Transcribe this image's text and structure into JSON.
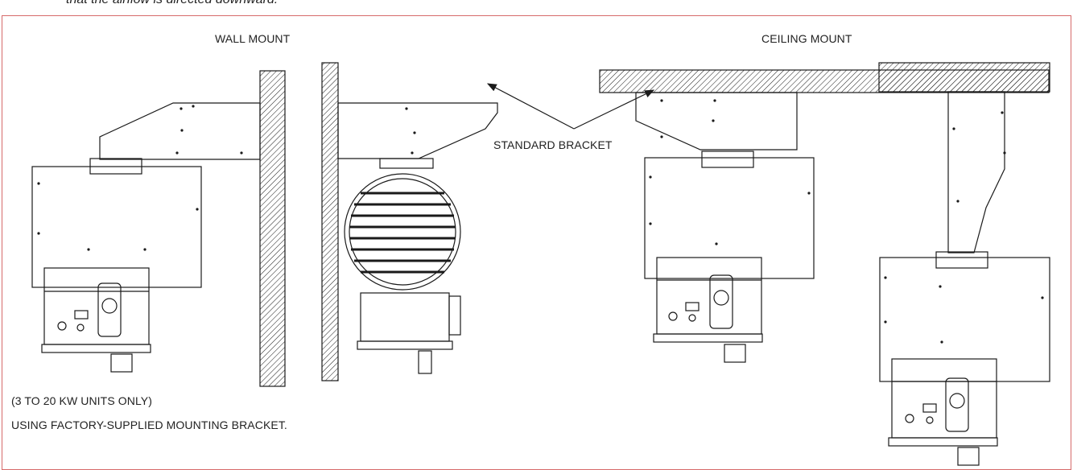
{
  "header": {
    "cut_text": "that the airflow is directed downward."
  },
  "labels": {
    "wall_mount": "WALL MOUNT",
    "ceiling_mount": "CEILING MOUNT",
    "standard_bracket": "STANDARD BRACKET",
    "note_units": "(3 TO 20 KW UNITS ONLY)",
    "note_bracket": "USING FACTORY-SUPPLIED MOUNTING BRACKET."
  },
  "colors": {
    "frame": "#d66a6a",
    "line": "#1a1a1a"
  }
}
